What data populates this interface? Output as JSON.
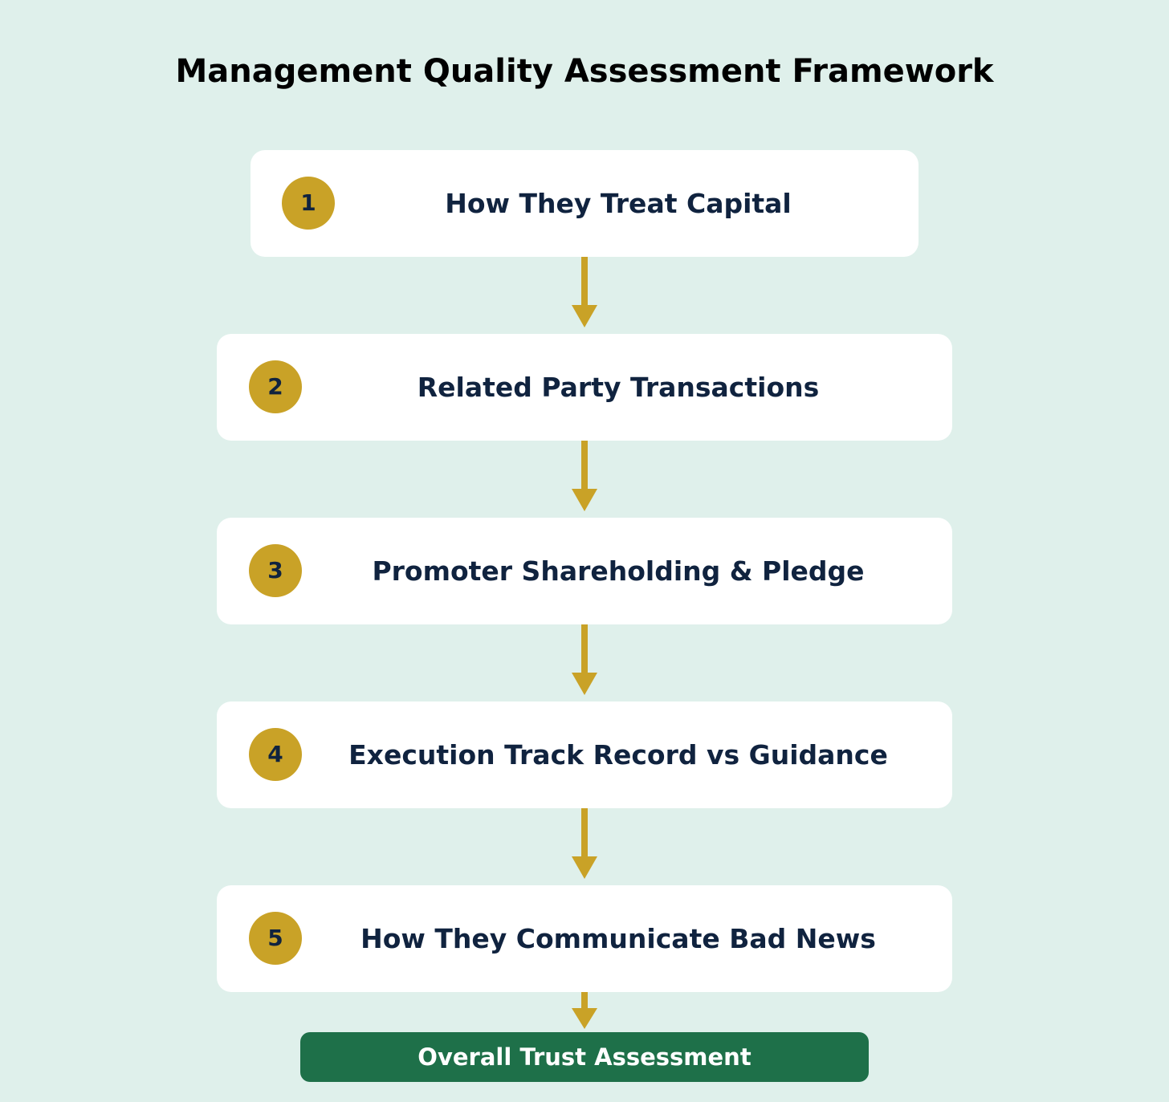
{
  "title": "Management Quality Assessment Framework",
  "steps": [
    {
      "number": "1",
      "label": "How They Treat Capital"
    },
    {
      "number": "2",
      "label": "Related Party Transactions"
    },
    {
      "number": "3",
      "label": "Promoter Shareholding & Pledge"
    },
    {
      "number": "4",
      "label": "Execution Track Record vs Guidance"
    },
    {
      "number": "5",
      "label": "How They Communicate Bad News"
    }
  ],
  "result": {
    "label": "Overall Trust Assessment"
  },
  "colors": {
    "background": "#dff0eb",
    "badge": "#c9a227",
    "arrow": "#c9a227",
    "step_text": "#10233f",
    "result_fill": "#1e7049",
    "result_text": "#ffffff"
  }
}
